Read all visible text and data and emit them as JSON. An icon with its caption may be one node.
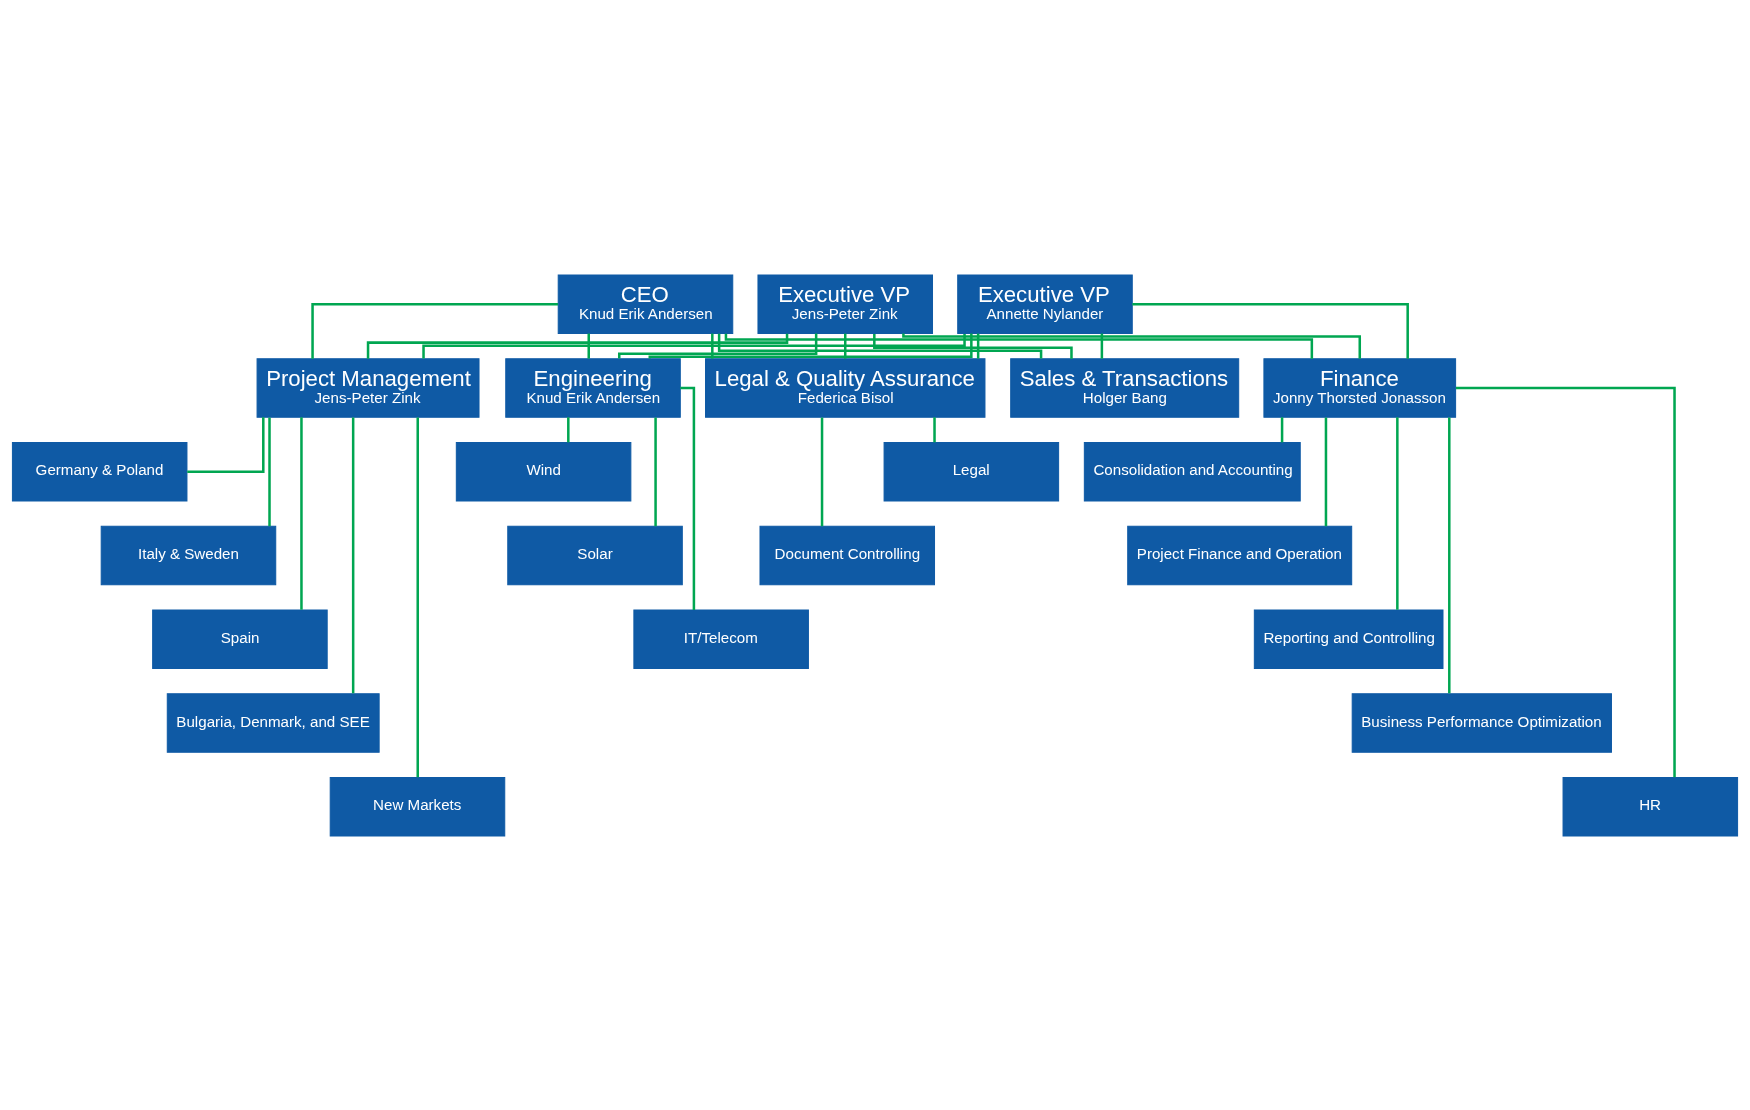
{
  "diagram": {
    "nodes": [
      {
        "text": [
          "CEO",
          "Knud Erik Andersen"
        ]
      },
      {
        "text": [
          "Executive VP",
          "Jens-Peter Zink"
        ]
      },
      {
        "text": [
          "Executive VP",
          "Annette Nylander"
        ]
      },
      {
        "text": [
          "Project Management",
          "Jens-Peter Zink"
        ]
      },
      {
        "text": [
          "Engineering",
          "Knud Erik Andersen"
        ]
      },
      {
        "text": [
          "Legal & Quality Assurance",
          "Federica Bisol"
        ]
      },
      {
        "text": [
          "Finance",
          "Jonny Thorsted Jonasson"
        ]
      },
      {
        "text": [
          "Sales & Transactions",
          "Holger Bang"
        ]
      },
      {
        "text": [
          "Germany & Poland"
        ]
      },
      {
        "text": [
          "Italy & Sweden"
        ]
      },
      {
        "text": [
          "Spain"
        ]
      },
      {
        "text": [
          "Bulgaria, Denmark, and SEE"
        ]
      },
      {
        "text": [
          "New Markets"
        ]
      },
      {
        "text": [
          "Wind"
        ]
      },
      {
        "text": [
          "Solar"
        ]
      },
      {
        "text": [
          "IT/Telecom"
        ]
      },
      {
        "text": [
          "Legal"
        ]
      },
      {
        "text": [
          "Document Controlling"
        ]
      },
      {
        "text": [
          "Consolidation and Accounting"
        ]
      },
      {
        "text": [
          "Project Finance and Operation"
        ]
      },
      {
        "text": [
          "Reporting and Controlling"
        ]
      },
      {
        "text": [
          "Business Performance Optimization"
        ]
      },
      {
        "text": [
          "HR"
        ]
      }
    ],
    "edges": [
      {
        "from": 0,
        "to": 3,
        "arrow": "none"
      },
      {
        "from": 0,
        "to": 4,
        "arrow": "none"
      },
      {
        "from": 0,
        "to": 5,
        "arrow": "none"
      },
      {
        "from": 0,
        "to": 6,
        "arrow": "none"
      },
      {
        "from": 0,
        "to": 7,
        "arrow": "none"
      },
      {
        "from": 1,
        "to": 3,
        "arrow": "none"
      },
      {
        "from": 1,
        "to": 4,
        "arrow": "none"
      },
      {
        "from": 1,
        "to": 5,
        "arrow": "none"
      },
      {
        "from": 1,
        "to": 6,
        "arrow": "none"
      },
      {
        "from": 1,
        "to": 7,
        "arrow": "none"
      },
      {
        "from": 2,
        "to": 3,
        "arrow": "none"
      },
      {
        "from": 2,
        "to": 4,
        "arrow": "none"
      },
      {
        "from": 2,
        "to": 5,
        "arrow": "none"
      },
      {
        "from": 2,
        "to": 6,
        "arrow": "none"
      },
      {
        "from": 2,
        "to": 7,
        "arrow": "none"
      },
      {
        "from": 3,
        "to": 8,
        "arrow": "none"
      },
      {
        "from": 3,
        "to": 9,
        "arrow": "none"
      },
      {
        "from": 3,
        "to": 10,
        "arrow": "none"
      },
      {
        "from": 3,
        "to": 11,
        "arrow": "none"
      },
      {
        "from": 3,
        "to": 12,
        "arrow": "none"
      },
      {
        "from": 4,
        "to": 13,
        "arrow": "none"
      },
      {
        "from": 4,
        "to": 14,
        "arrow": "none"
      },
      {
        "from": 4,
        "to": 15,
        "arrow": "none"
      },
      {
        "from": 5,
        "to": 16,
        "arrow": "none"
      },
      {
        "from": 5,
        "to": 17,
        "arrow": "none"
      },
      {
        "from": 6,
        "to": 18,
        "arrow": "none"
      },
      {
        "from": 6,
        "to": 19,
        "arrow": "none"
      },
      {
        "from": 6,
        "to": 20,
        "arrow": "none"
      },
      {
        "from": 6,
        "to": 21,
        "arrow": "none"
      },
      {
        "from": 6,
        "to": 22,
        "arrow": "none"
      }
    ]
  }
}
